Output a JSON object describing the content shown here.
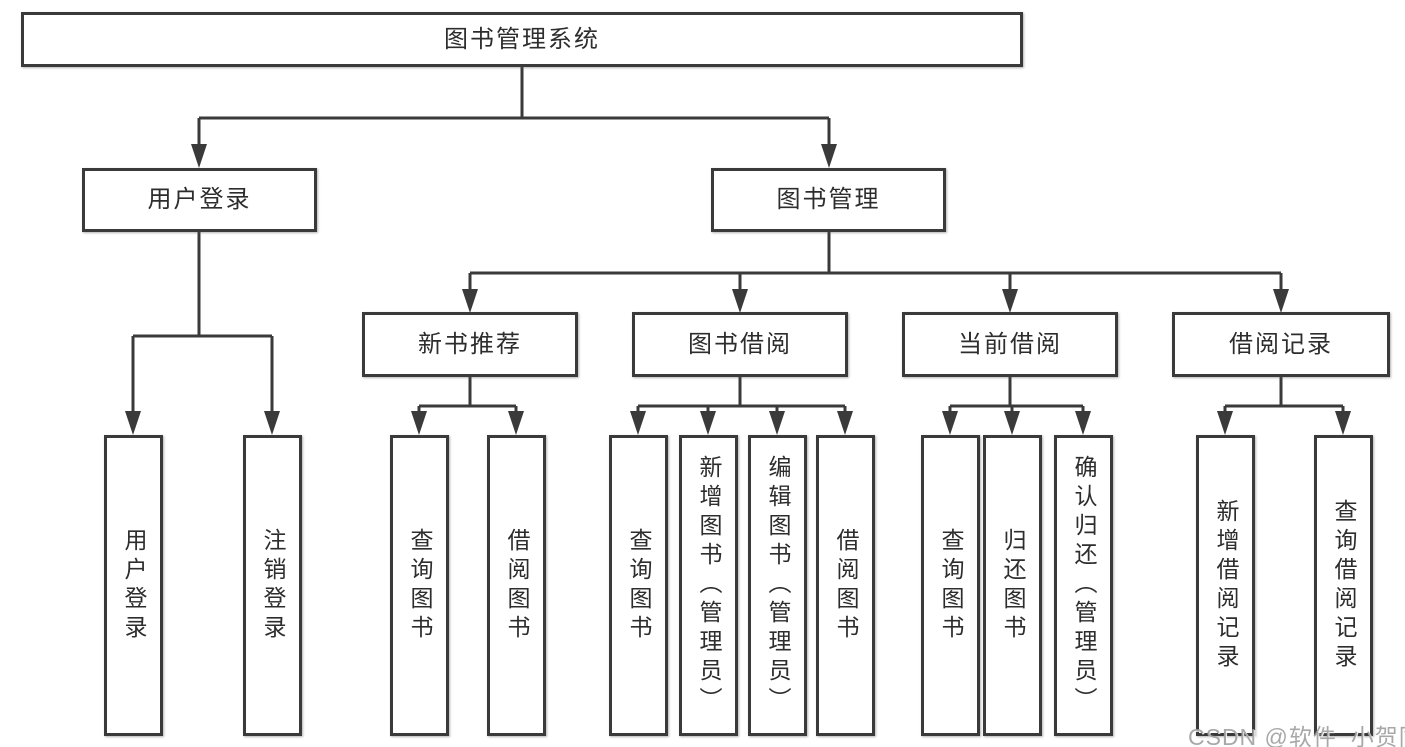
{
  "tree": {
    "label": "图书管理系统",
    "children": [
      {
        "label": "用户登录",
        "children": [
          {
            "label": "用户登录"
          },
          {
            "label": "注销登录"
          }
        ]
      },
      {
        "label": "图书管理",
        "children": [
          {
            "label": "新书推荐",
            "children": [
              {
                "label": "查询图书"
              },
              {
                "label": "借阅图书"
              }
            ]
          },
          {
            "label": "图书借阅",
            "children": [
              {
                "label": "查询图书"
              },
              {
                "label": "新增图书（管理员）"
              },
              {
                "label": "编辑图书（管理员）"
              },
              {
                "label": "借阅图书"
              }
            ]
          },
          {
            "label": "当前借阅",
            "children": [
              {
                "label": "查询图书"
              },
              {
                "label": "归还图书"
              },
              {
                "label": "确认归还（管理员）"
              }
            ]
          },
          {
            "label": "借阅记录",
            "children": [
              {
                "label": "新增借阅记录"
              },
              {
                "label": "查询借阅记录"
              }
            ]
          }
        ]
      }
    ]
  },
  "watermark": {
    "text": "CSDN @软件_小贺同学"
  },
  "colors": {
    "line": "#3a3a3a",
    "box_border": "#3a3a3a",
    "text": "#2d2d2d",
    "watermark": "#9e9e9e",
    "background": "#ffffff"
  }
}
